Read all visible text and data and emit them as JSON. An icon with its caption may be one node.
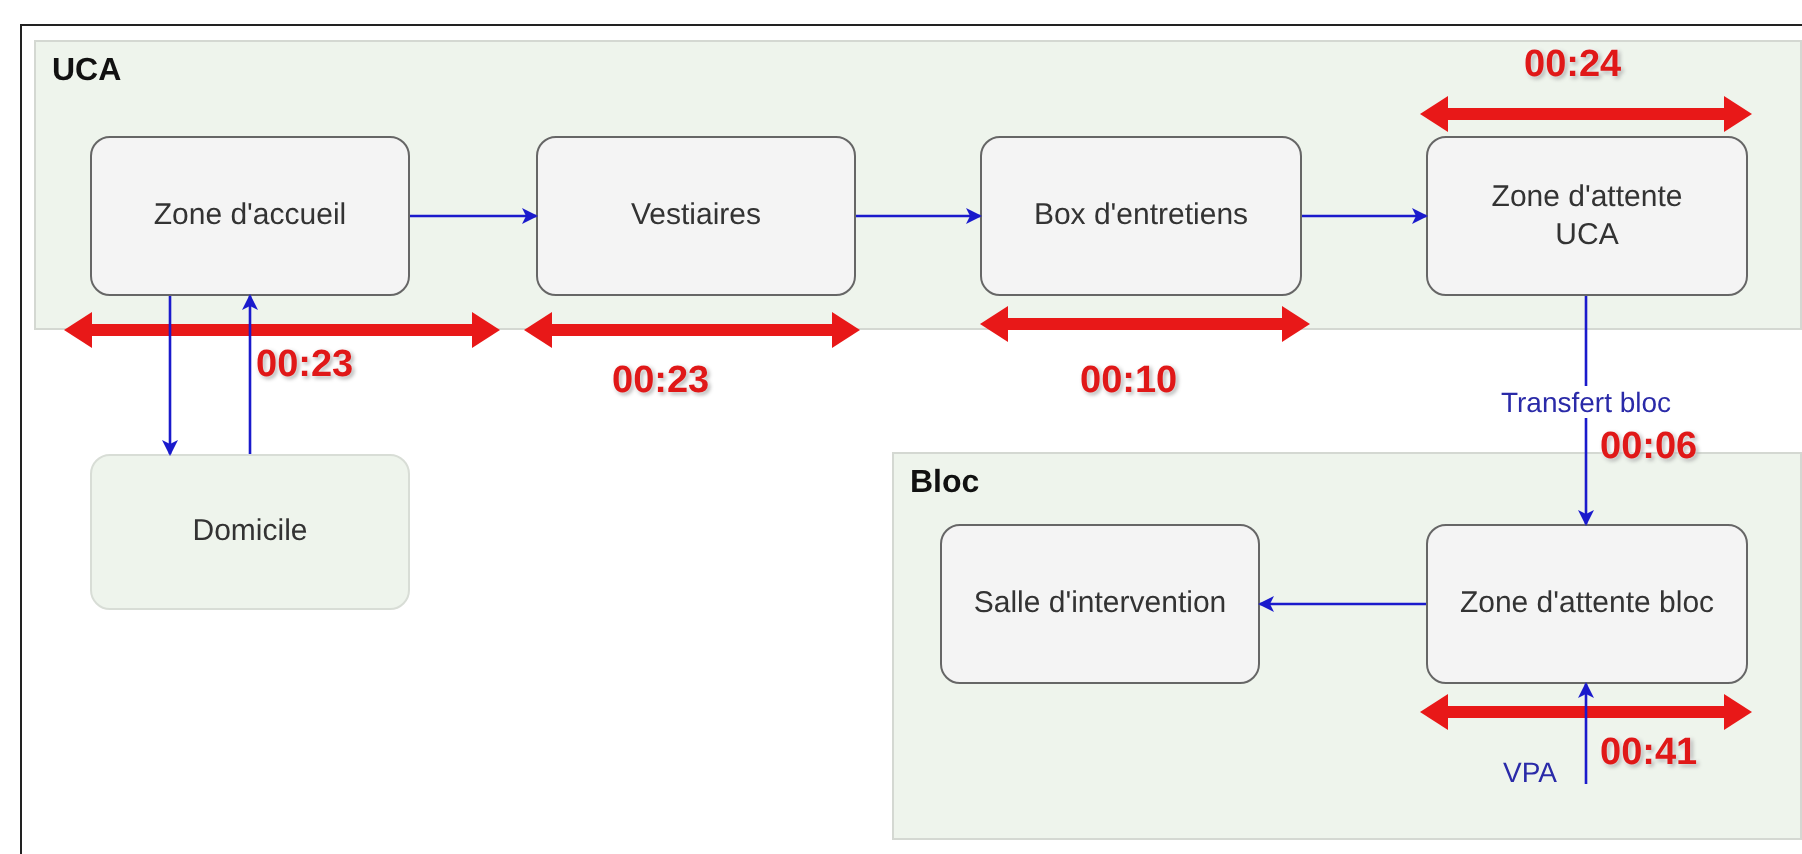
{
  "diagram": {
    "nodes": [
      {
        "text": [
          "UCA"
        ]
      },
      {
        "text": [
          "Zone d'accueil"
        ],
        "in": 0,
        "beside": [
          "00:23"
        ]
      },
      {
        "text": [
          "Vestiaires"
        ],
        "in": 0,
        "beside": [
          "00:23"
        ]
      },
      {
        "text": [
          "Box d'entretiens"
        ],
        "in": 0,
        "beside": [
          "00:10"
        ]
      },
      {
        "text": [
          "Zone d'attente UCA"
        ],
        "in": 0,
        "beside": [
          "00:24"
        ]
      },
      {
        "text": [
          "Domicile"
        ]
      },
      {
        "text": [
          "Bloc"
        ]
      },
      {
        "text": [
          "Salle d'intervention"
        ],
        "in": 6
      },
      {
        "text": [
          "Zone d'attente bloc"
        ],
        "in": 6,
        "beside": [
          "00:41"
        ]
      }
    ],
    "edges": [
      {
        "from": 1,
        "to": 2,
        "arrow": "to"
      },
      {
        "from": 2,
        "to": 3,
        "arrow": "to"
      },
      {
        "from": 3,
        "to": 4,
        "arrow": "to"
      },
      {
        "from": 1,
        "to": 5,
        "arrow": "to"
      },
      {
        "from": 5,
        "to": 1,
        "arrow": "to"
      },
      {
        "from": 4,
        "to": 8,
        "arrow": "to",
        "label": "Transfert bloc"
      },
      {
        "from": 8,
        "to": 7,
        "arrow": "to"
      },
      {
        "from": null,
        "to": 8,
        "arrow": "to",
        "label": "VPA"
      }
    ],
    "labels": [
      "00:06"
    ]
  }
}
